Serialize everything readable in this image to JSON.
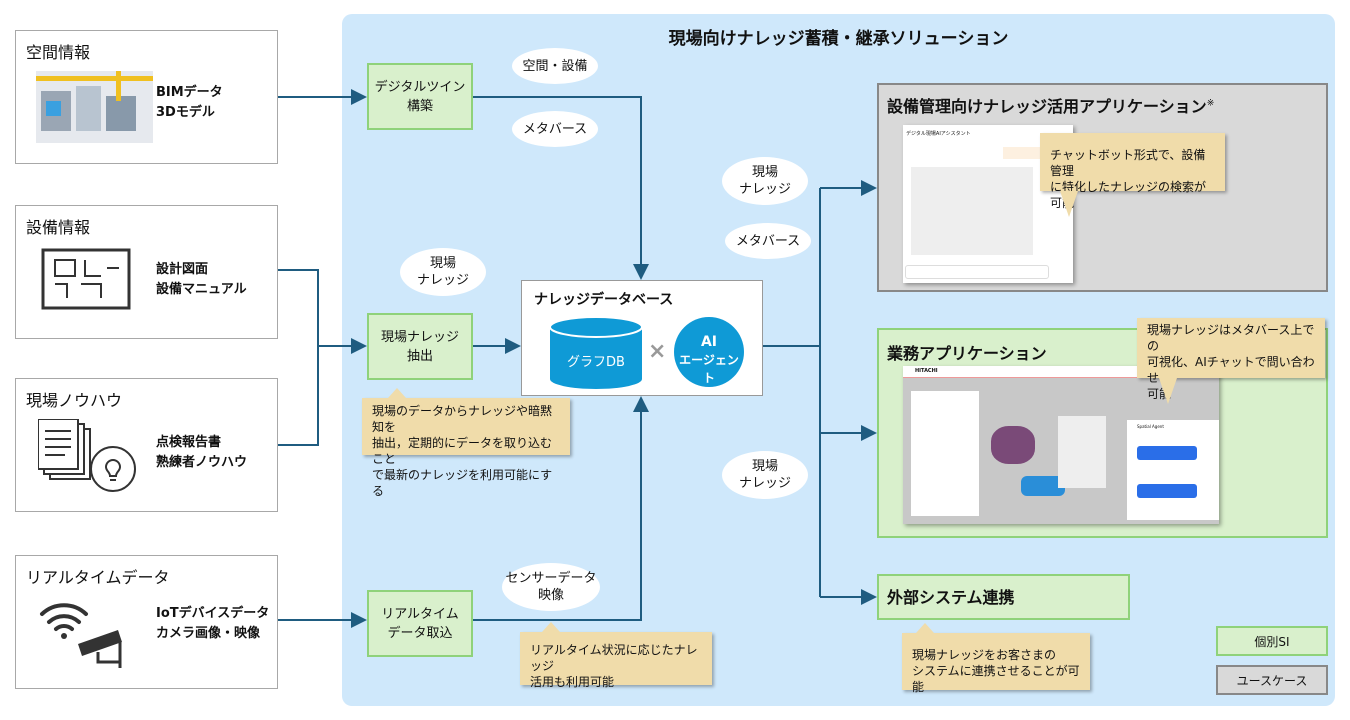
{
  "sources": [
    {
      "heading": "空間情報",
      "lines": [
        "BIMデータ",
        "3Dモデル"
      ],
      "icon": "bim-model-icon"
    },
    {
      "heading": "設備情報",
      "lines": [
        "設計図面",
        "設備マニュアル"
      ],
      "icon": "floor-plan-icon"
    },
    {
      "heading": "現場ノウハウ",
      "lines": [
        "点検報告書",
        "熟練者ノウハウ"
      ],
      "icon": "documents-idea-icon"
    },
    {
      "heading": "リアルタイムデータ",
      "lines": [
        "IoTデバイスデータ",
        "カメラ画像・映像"
      ],
      "icon": "wifi-camera-icon"
    }
  ],
  "solution": {
    "title": "現場向けナレッジ蓄積・継承ソリューション",
    "steps": [
      [
        "デジタルツイン",
        "構築"
      ],
      [
        "現場ナレッジ",
        "抽出"
      ],
      [
        "リアルタイム",
        "データ取込"
      ]
    ],
    "labels": {
      "space_equipment": "空間・設備",
      "metaverse1": "メタバース",
      "knowledge_left": [
        "現場",
        "ナレッジ"
      ],
      "knowledge_right1": [
        "現場",
        "ナレッジ"
      ],
      "metaverse2": "メタバース",
      "knowledge_right2": [
        "現場",
        "ナレッジ"
      ],
      "sensor": [
        "センサーデータ",
        "映像"
      ]
    },
    "database": {
      "title": "ナレッジデータベース",
      "db": "グラフDB",
      "times": "×",
      "agent": [
        "AI",
        "エージェント"
      ]
    },
    "callouts": {
      "extract": [
        "現場のデータからナレッジや暗黙知を",
        "抽出，定期的にデータを取り込むこと",
        "で最新のナレッジを利用可能にする"
      ],
      "realtime": [
        "リアルタイム状況に応じたナレッジ",
        "活用も利用可能"
      ],
      "external": [
        "現場ナレッジをお客さまの",
        "システムに連携させることが可能"
      ],
      "chatbot": [
        "チャットボット形式で、設備管理",
        "に特化したナレッジの検索が可能"
      ],
      "business": [
        "現場ナレッジはメタバース上での",
        "可視化、AIチャットで問い合わせ",
        "可能"
      ]
    }
  },
  "apps": {
    "facility": {
      "title": "設備管理向けナレッジ活用アプリケーション",
      "mark": "※",
      "screenshot_title": "デジタル現場AIアシスタント"
    },
    "business": {
      "title": "業務アプリケーション",
      "brand": "HITACHI",
      "agent": "Spatial Agent"
    },
    "external": {
      "title": "外部システム連携"
    }
  },
  "legend": [
    {
      "label": "個別SI",
      "color": "#d9f0cc"
    },
    {
      "label": "ユースケース",
      "color": "#d9d9d9"
    }
  ],
  "colors": {
    "panel": "#cfe8fb",
    "arrow": "#1f5c80",
    "db": "#0f9ad6",
    "callout": "#f0dcaa"
  }
}
